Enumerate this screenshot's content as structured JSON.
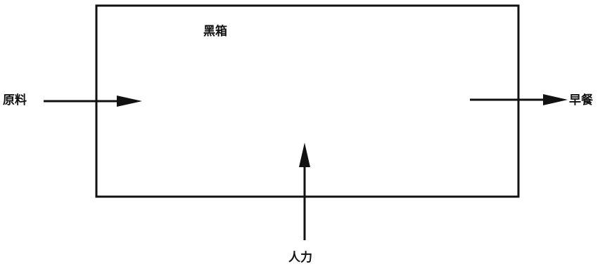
{
  "diagram": {
    "box": {
      "title": "黑箱"
    },
    "input": {
      "label": "原料"
    },
    "output": {
      "label": "早餐"
    },
    "labor": {
      "label": "人力"
    },
    "colors": {
      "stroke": "#111111",
      "background": "#ffffff"
    }
  }
}
